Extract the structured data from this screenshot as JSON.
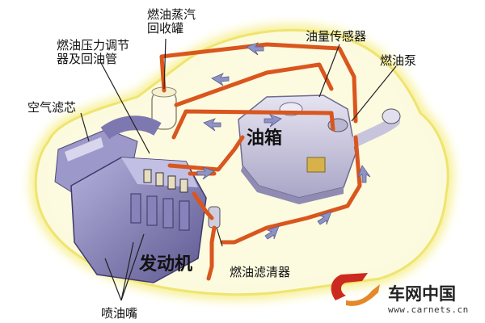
{
  "labels": {
    "vapor_canister": [
      "燃油蒸汽",
      "回收罐"
    ],
    "pressure_regulator": [
      "燃油压力调节",
      "器及回油管"
    ],
    "fuel_level_sensor": "油量传感器",
    "fuel_pump": "燃油泵",
    "air_filter": "空气滤芯",
    "fuel_tank": "油箱",
    "engine": "发动机",
    "fuel_filter": "燃油滤清器",
    "injector": "喷油嘴"
  },
  "watermark": {
    "brand": "车网中国",
    "url": "www.carnets.cn"
  },
  "colors": {
    "fuel_line": "#d9561e",
    "car_glow": "#f6ee7a",
    "engine_body": "#8b86bf",
    "tank_body": "#c7c4da",
    "arrow": "#8e93c4",
    "brand": "#cc2a1e"
  }
}
